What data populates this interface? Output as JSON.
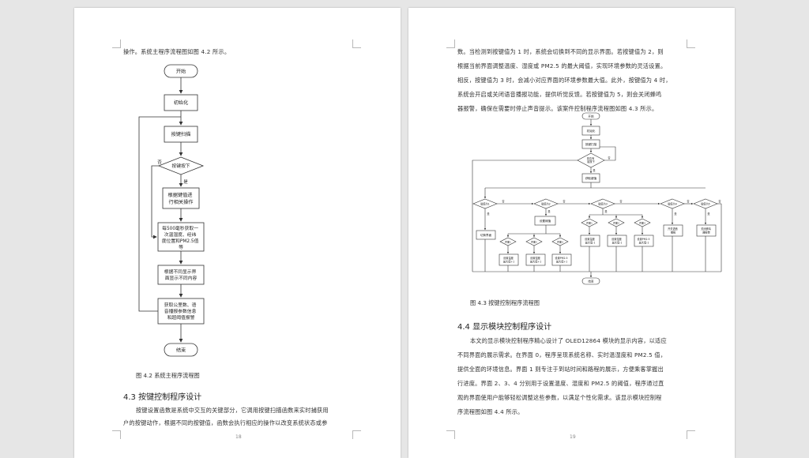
{
  "left_page": {
    "intro_line": "操作。系统主程序流程图如图 4.2 所示。",
    "flow": {
      "start": "开始",
      "init": "初始化",
      "scan": "按键扫描",
      "pressed": "按键按下",
      "no": "否",
      "yes": "是",
      "action_lines": [
        "根据键值进",
        "行相关操作"
      ],
      "sample_lines": [
        "每500毫秒获取一",
        "次温湿度、经纬",
        "度位置和PM2.5值",
        "等"
      ],
      "display_lines": [
        "根据不同显示界",
        "面显示不同内容"
      ],
      "alarm_lines": [
        "获取公里数、语",
        "音播报参数信息",
        "和超阈值报警"
      ],
      "end": "结束"
    },
    "caption": "图 4.2  系统主程序流程图",
    "heading": "4.3 按键控制程序设计",
    "body_lines": [
      "按键设置函数是系统中交互的关键部分，它调用按键扫描函数来实时捕获用",
      "户的按键动作，根据不同的按键值，函数会执行相应的操作以改变系统状态或参"
    ],
    "page_number": "18"
  },
  "right_page": {
    "top_lines": [
      "数。当检测到按键值为 1 时，系统会切换到不同的显示界面。若按键值为 2，则",
      "根据当前界面调整温度、湿度或 PM2.5 的最大阈值，实现环境参数的灵活设置。",
      "相反，按键值为 3 时，会减小对应界面的环境参数最大值。此外，按键值为 4 时，",
      "系统会开启或关闭语音播报功能，提供听觉反馈。若按键值为 5，则会关闭蜂鸣",
      "器报警，确保在需要时停止声音提示。该案件控制程序流程图如图 4.3 所示。"
    ],
    "flow": {
      "start": "开始",
      "init": "初始化",
      "scan": "按键扫描",
      "pressed_lines": [
        "是否有",
        "键按下"
      ],
      "get_value": "获取键值",
      "v1": "键值为1",
      "v2": "键值为2",
      "v3": "键值为3",
      "v4": "键值为4",
      "v5": "键值为5",
      "yes": "是",
      "no": "否",
      "switch_ui": "切换界面",
      "set_ui": "设置阈值",
      "screens": [
        "界面1",
        "界面2",
        "界面3"
      ],
      "temp_max_lines": [
        "设置温度",
        "最大值+1"
      ],
      "humi_max_lines": [
        "设置湿度",
        "最大值+1"
      ],
      "pm_max_lines": [
        "设置PM2.5",
        "最大值+1"
      ],
      "temp_min_lines": [
        "设置温度",
        "最大值-1"
      ],
      "humi_min_lines": [
        "设置湿度",
        "最大值-1"
      ],
      "pm_min_lines": [
        "设置PM2.5",
        "最大值-1"
      ],
      "voice_lines": [
        "开关语音",
        "播报"
      ],
      "buzzer_lines": [
        "关闭蜂鸣",
        "器报警"
      ],
      "end": "结束"
    },
    "caption": "图 4.3  按键控制程序流程图",
    "heading": "4.4 显示模块控制程序设计",
    "body_lines": [
      "本文的显示模块控制程序精心设计了 OLED12864 模块的显示内容，以适应",
      "不同界面的展示需求。在界面 0，程序呈现系统名称、实时温湿度和 PM2.5 值，",
      "提供全面的环境信息。界面 1 则专注于到站时间和路程的展示，方便乘客掌握出",
      "行进度。界面 2、3、4 分别用于设置温度、湿度和 PM2.5 的阈值，程序通过直",
      "观的界面使用户能够轻松调整这些参数，以满足个性化需求。该显示模块控制程",
      "序流程图如图 4.4 所示。"
    ],
    "page_number": "19"
  }
}
